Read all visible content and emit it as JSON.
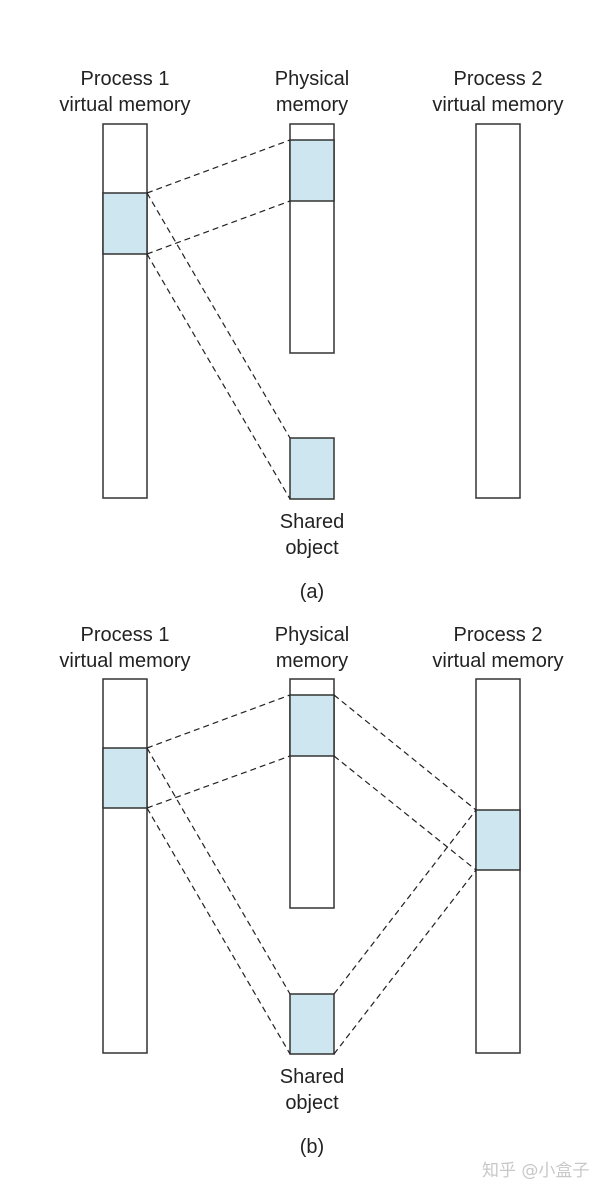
{
  "colors": {
    "shared_fill": "#cde6f0",
    "stroke": "#333333"
  },
  "panels": [
    {
      "caption": "(a)",
      "labels": {
        "p1_line1": "Process 1",
        "p1_line2": "virtual memory",
        "phys_line1": "Physical",
        "phys_line2": "memory",
        "p2_line1": "Process 2",
        "p2_line2": "virtual memory",
        "shared_line1": "Shared",
        "shared_line2": "object"
      }
    },
    {
      "caption": "(b)",
      "labels": {
        "p1_line1": "Process 1",
        "p1_line2": "virtual memory",
        "phys_line1": "Physical",
        "phys_line2": "memory",
        "p2_line1": "Process 2",
        "p2_line2": "virtual memory",
        "shared_line1": "Shared",
        "shared_line2": "object"
      }
    }
  ],
  "watermark": "知乎 @小盒子"
}
